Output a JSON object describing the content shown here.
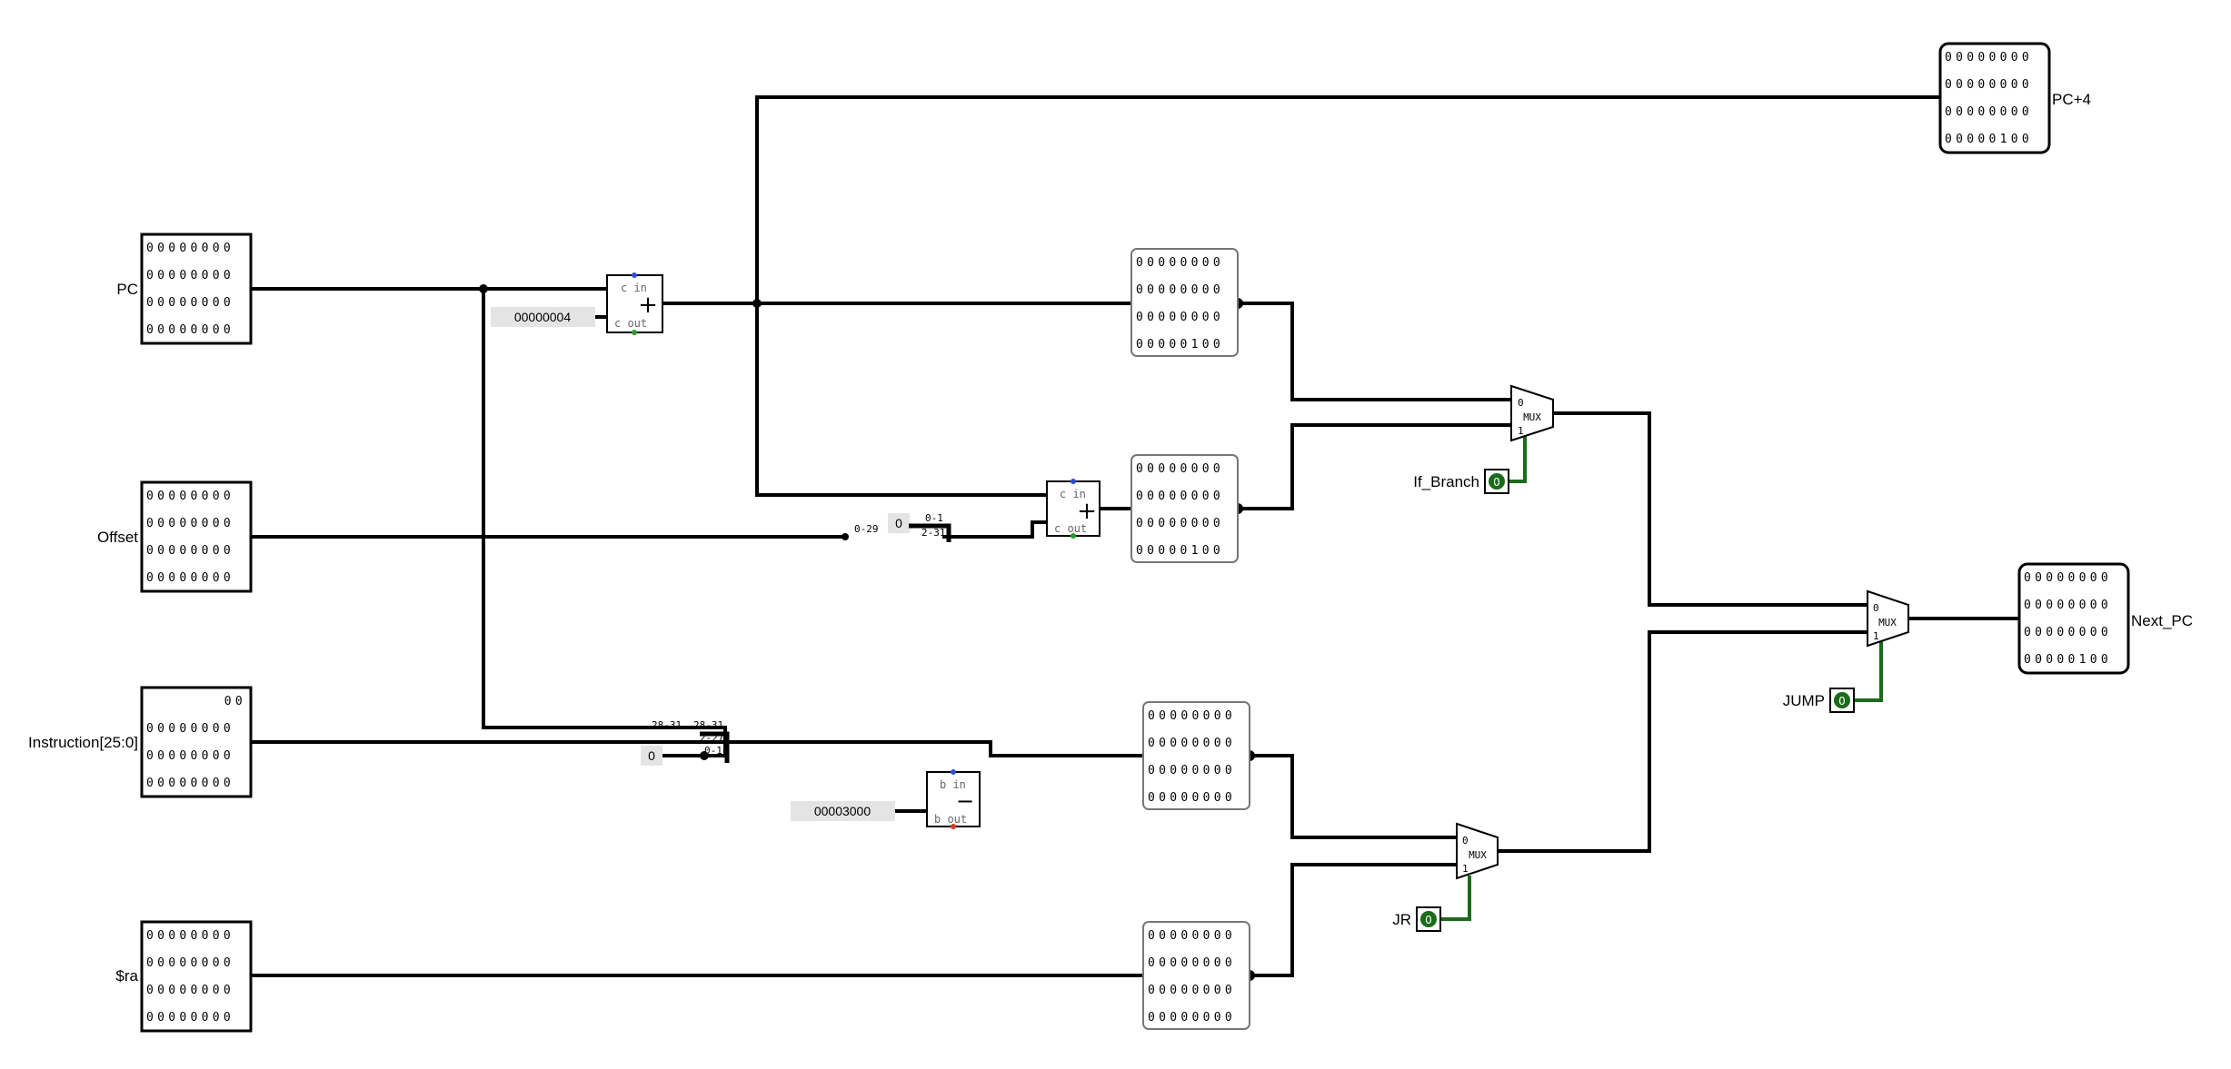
{
  "pins": {
    "pc": {
      "label": "PC",
      "rows": [
        "00000000",
        "00000000",
        "00000000",
        "00000000"
      ]
    },
    "offset": {
      "label": "Offset",
      "rows": [
        "00000000",
        "00000000",
        "00000000",
        "00000000"
      ]
    },
    "instr": {
      "label": "Instruction[25:0]",
      "rows": [
        "00",
        "00000000",
        "00000000",
        "00000000"
      ]
    },
    "ra": {
      "label": "$ra",
      "rows": [
        "00000000",
        "00000000",
        "00000000",
        "00000000"
      ]
    }
  },
  "outputs": {
    "pc4": {
      "label": "PC+4",
      "rows": [
        "00000000",
        "00000000",
        "00000000",
        "00000100"
      ]
    },
    "next_pc": {
      "label": "Next_PC",
      "rows": [
        "00000000",
        "00000000",
        "00000000",
        "00000100"
      ]
    }
  },
  "probes": {
    "p1": [
      "00000000",
      "00000000",
      "00000000",
      "00000100"
    ],
    "p2": [
      "00000000",
      "00000000",
      "00000000",
      "00000100"
    ],
    "p3": [
      "00000000",
      "00000000",
      "00000000",
      "00000000"
    ],
    "p4": [
      "00000000",
      "00000000",
      "00000000",
      "00000000"
    ]
  },
  "constants": {
    "four": "00000004",
    "base": "00003000",
    "zero_a": "0",
    "zero_b": "0"
  },
  "adder1": {
    "cin": "c in",
    "cout": "c out",
    "sym": "+"
  },
  "adder2": {
    "cin": "c in",
    "cout": "c out",
    "sym": "+"
  },
  "subtractor": {
    "bin": "b in",
    "bout": "b out",
    "sym": "−"
  },
  "splitter1": {
    "in": "0-29",
    "o1": "0-1",
    "o2": "2-31"
  },
  "splitter2": {
    "a": "28-31",
    "b": "28-31",
    "c": "2-27",
    "d": "0-1"
  },
  "muxes": {
    "branch": {
      "label": "MUX",
      "in0": "0",
      "in1": "1"
    },
    "jump": {
      "label": "MUX",
      "in0": "0",
      "in1": "1"
    },
    "jr": {
      "label": "MUX",
      "in0": "0",
      "in1": "1"
    }
  },
  "controls": {
    "if_branch": {
      "label": "If_Branch",
      "value": "0"
    },
    "jump": {
      "label": "JUMP",
      "value": "0"
    },
    "jr": {
      "label": "JR",
      "value": "0"
    }
  }
}
